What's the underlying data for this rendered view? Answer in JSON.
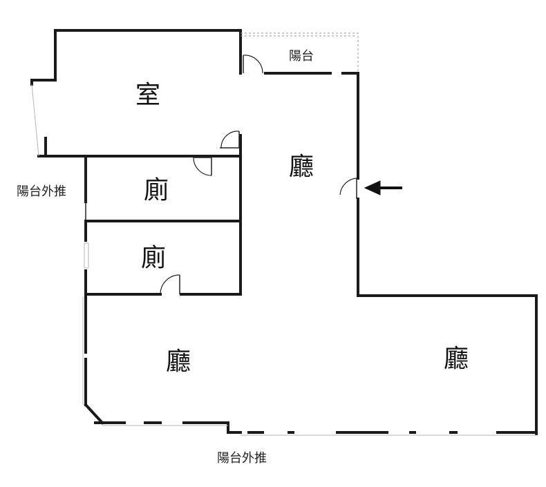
{
  "rooms": {
    "bedroom": "室",
    "toilet_1": "廁",
    "toilet_2": "廁",
    "hall_upper": "廳",
    "hall_lower_left": "廳",
    "hall_lower_right": "廳"
  },
  "annotations": {
    "balcony_top": "陽台",
    "balcony_extension_left": "陽台外推",
    "balcony_extension_bottom": "陽台外推"
  }
}
